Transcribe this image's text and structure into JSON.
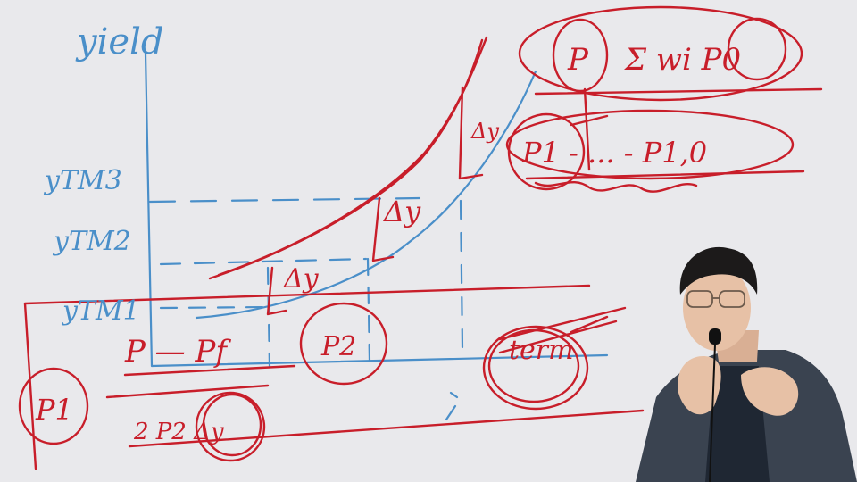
{
  "board": {
    "background": "#e9e9ec",
    "ink_blue": "#4a8fc9",
    "ink_red": "#c81e2a"
  },
  "axis": {
    "y_label": "yield",
    "tick_labels": [
      "yTM3",
      "yTM2",
      "yTM1"
    ]
  },
  "curve_labels": {
    "delta_y_1": "Δy",
    "delta_y_2": "Δy",
    "delta_y_3": "Δy"
  },
  "bond_notes": {
    "p1": "P1",
    "p1_minus_pf": "P — Pf",
    "p2": "P2",
    "p2_delta_y": "2 P2 Δy",
    "formula_top_lhs": "P",
    "formula_top_rhs": "Σ wi P0",
    "formula_bottom": "P1 - ... - P1,0",
    "term": "term"
  },
  "presenter": {
    "shirt_color": "#1f2733",
    "jacket_color": "#3a4350",
    "skin_color": "#e7c1a6",
    "hair_color": "#1c1a1a"
  }
}
